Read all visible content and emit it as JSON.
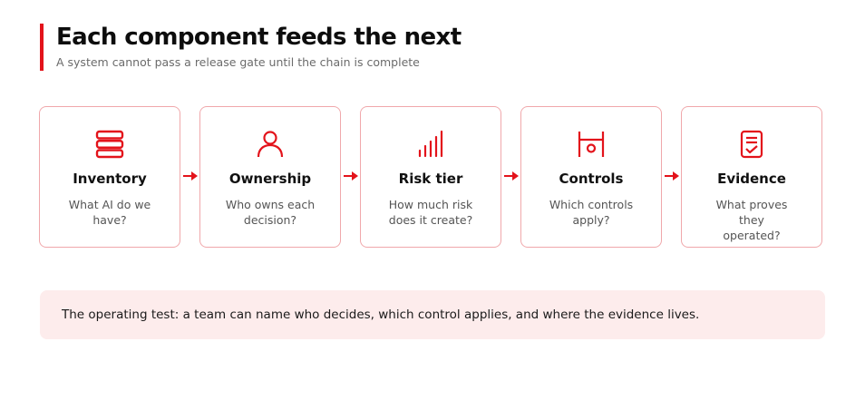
{
  "header": {
    "title": "Each component feeds the next",
    "subtitle": "A system cannot pass a release gate until the chain is complete"
  },
  "colors": {
    "accent": "#e3131b",
    "card_border": "#f0a8ab",
    "note_background": "#fdecec"
  },
  "steps": [
    {
      "icon": "database-icon",
      "label": "Inventory",
      "desc_line1": "What AI do we",
      "desc_line2": "have?"
    },
    {
      "icon": "person-icon",
      "label": "Ownership",
      "desc_line1": "Who owns each",
      "desc_line2": "decision?"
    },
    {
      "icon": "signal-bars-icon",
      "label": "Risk tier",
      "desc_line1": "How much risk",
      "desc_line2": "does it create?"
    },
    {
      "icon": "gate-icon",
      "label": "Controls",
      "desc_line1": "Which controls",
      "desc_line2": "apply?"
    },
    {
      "icon": "checklist-icon",
      "label": "Evidence",
      "desc_line1": "What proves they",
      "desc_line2": "operated?"
    }
  ],
  "note": {
    "text": "The operating test: a team can name who decides, which control applies, and where the evidence lives."
  }
}
